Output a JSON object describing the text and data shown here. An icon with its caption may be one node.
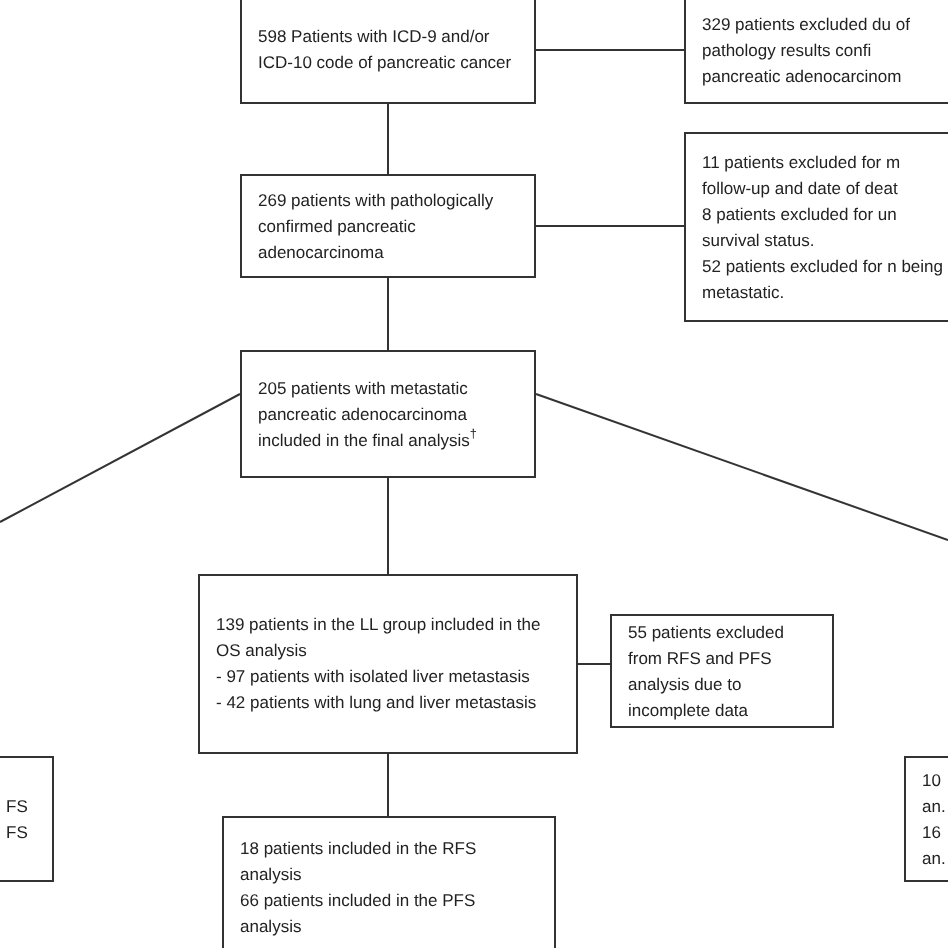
{
  "diagram": {
    "nodes": [
      {
        "text": [
          "598 Patients with ICD-9 and/or ICD-10 code of pancreatic cancer"
        ]
      },
      {
        "text": [
          "329 patients excluded du of pathology results confi pancreatic adenocarcinom"
        ]
      },
      {
        "text": [
          "269 patients with pathologically confirmed pancreatic adenocarcinoma"
        ]
      },
      {
        "text": [
          "11 patients excluded for m follow-up and date of deat",
          "8 patients excluded for un survival status.",
          "52 patients excluded for n being metastatic."
        ]
      },
      {
        "text": [
          "205 patients with metastatic pancreatic adenocarcinoma included in the final analysis$^{†}$"
        ]
      },
      {
        "text": [
          "139 patients in the LL group included in the OS analysis",
          "- 97 patients with isolated liver metastasis",
          "- 42 patients with lung and liver metastasis"
        ]
      },
      {
        "text": [
          "55 patients excluded from RFS and PFS analysis due to incomplete data"
        ]
      },
      {
        "text": [
          "FS",
          "FS"
        ]
      },
      {
        "text": [
          "18 patients included in the RFS analysis",
          "66 patients included in the PFS analysis"
        ]
      },
      {
        "text": [
          "10 an.",
          "16 an."
        ]
      }
    ],
    "edges": [
      {
        "from": 0,
        "to": 1,
        "arrow": "none"
      },
      {
        "from": 0,
        "to": 2,
        "arrow": "none"
      },
      {
        "from": 2,
        "to": 3,
        "arrow": "none"
      },
      {
        "from": 2,
        "to": 4,
        "arrow": "none"
      },
      {
        "from": 4,
        "to": null,
        "arrow": "none"
      },
      {
        "from": 4,
        "to": null,
        "arrow": "none"
      },
      {
        "from": 4,
        "to": 5,
        "arrow": "none"
      },
      {
        "from": 5,
        "to": 6,
        "arrow": "none"
      },
      {
        "from": 5,
        "to": 8,
        "arrow": "none"
      }
    ]
  }
}
